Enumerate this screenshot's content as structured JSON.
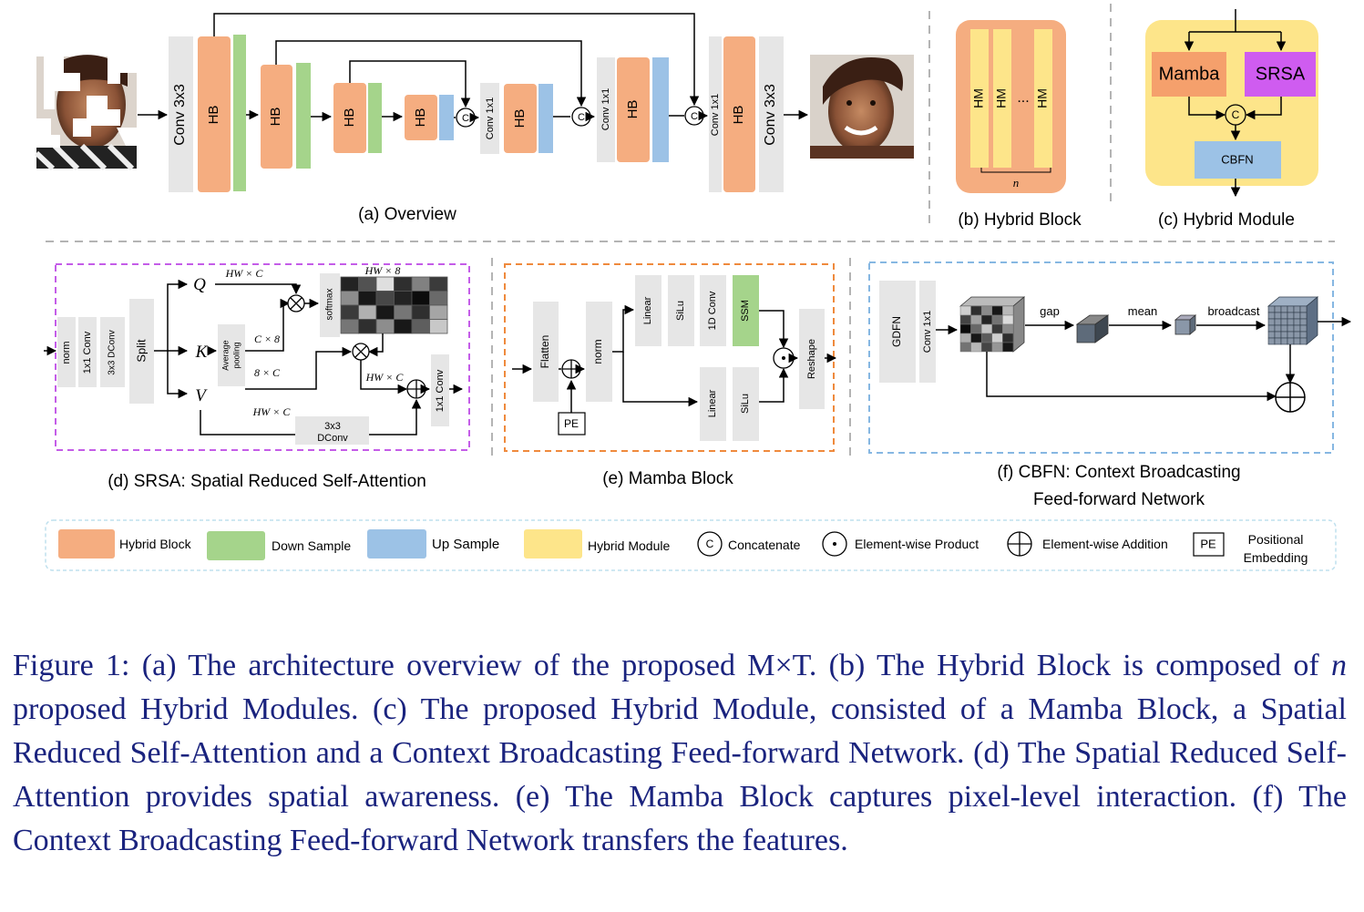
{
  "colors": {
    "hybrid_block": "#f5ad80",
    "down_sample": "#a5d48b",
    "up_sample": "#9cc2e6",
    "hybrid_module": "#fde58a",
    "conv_gray": "#e6e6e6",
    "mamba": "#f5a06c",
    "srsa": "#cf5cf0",
    "cbfn": "#9cc2e6",
    "ssm": "#a5d48b",
    "caption_text": "#1a237e",
    "srsa_border": "#c45de8",
    "mamba_border": "#ef8a3d",
    "cbfn_border": "#86b7e2"
  },
  "overview": {
    "title": "(a) Overview",
    "conv3x3": "Conv 3x3",
    "hb": "HB",
    "conv1x1": "Conv 1x1",
    "concat": "C"
  },
  "hybrid_block": {
    "title": "(b) Hybrid Block",
    "hm": "HM",
    "dots": "...",
    "n": "n"
  },
  "hybrid_module": {
    "title": "(c) Hybrid Module",
    "mamba": "Mamba",
    "srsa": "SRSA",
    "cbfn": "CBFN",
    "concat": "C"
  },
  "srsa": {
    "title": "(d) SRSA: Spatial Reduced Self-Attention",
    "norm": "norm",
    "conv1": "1x1 Conv",
    "dconv3": "3x3 DConv",
    "split": "Split",
    "q": "Q",
    "k": "K",
    "v": "V",
    "avg_pool": "Average pooling",
    "softmax": "softmax",
    "hwc_top": "HW × C",
    "hw8": "HW × 8",
    "c8": "C × 8",
    "c8b": "8 × C",
    "hwc_mid": "HW × C",
    "hwc_bottom": "HW × C",
    "dconv_bottom_a": "3x3",
    "dconv_bottom_b": "DConv",
    "conv_out": "1x1 Conv",
    "heatmap": [
      [
        0.15,
        0.35,
        0.95,
        0.2,
        0.55,
        0.25
      ],
      [
        0.6,
        0.1,
        0.3,
        0.15,
        0.05,
        0.45
      ],
      [
        0.25,
        0.75,
        0.1,
        0.5,
        0.2,
        0.7
      ],
      [
        0.5,
        0.2,
        0.6,
        0.1,
        0.4,
        0.85
      ]
    ]
  },
  "mamba_block": {
    "title": "(e) Mamba Block",
    "flatten": "Flatten",
    "pe": "PE",
    "norm": "norm",
    "linear": "Linear",
    "silu": "SiLu",
    "conv1d": "1D Conv",
    "ssm": "SSM",
    "reshape": "Reshape"
  },
  "cbfn": {
    "title_line1": "(f) CBFN: Context Broadcasting",
    "title_line2": "Feed-forward Network",
    "gdfn": "GDFN",
    "conv1x1": "Conv 1x1",
    "gap": "gap",
    "mean": "mean",
    "broadcast": "broadcast"
  },
  "legend": {
    "hybrid_block": "Hybrid Block",
    "down_sample": "Down Sample",
    "up_sample": "Up Sample",
    "hybrid_module": "Hybrid Module",
    "concat_symbol": "C",
    "concatenate": "Concatenate",
    "elementwise_product": "Element-wise Product",
    "elementwise_addition": "Element-wise Addition",
    "pe": "PE",
    "positional_line1": "Positional",
    "positional_line2": "Embedding"
  },
  "caption": {
    "prefix": "Figure 1: (a) The architecture overview of the proposed M×T. (b) The Hybrid Block is composed of ",
    "n": "n",
    "rest": " proposed Hybrid Modules. (c) The proposed Hybrid Module, consisted of a Mamba Block, a Spatial Reduced Self-Attention and a Context Broadcasting Feed-forward Network. (d) The Spatial Reduced Self-Attention provides spatial awareness. (e) The Mamba Block captures pixel-level interaction. (f) The Context Broadcasting Feed-forward Network transfers the features."
  }
}
